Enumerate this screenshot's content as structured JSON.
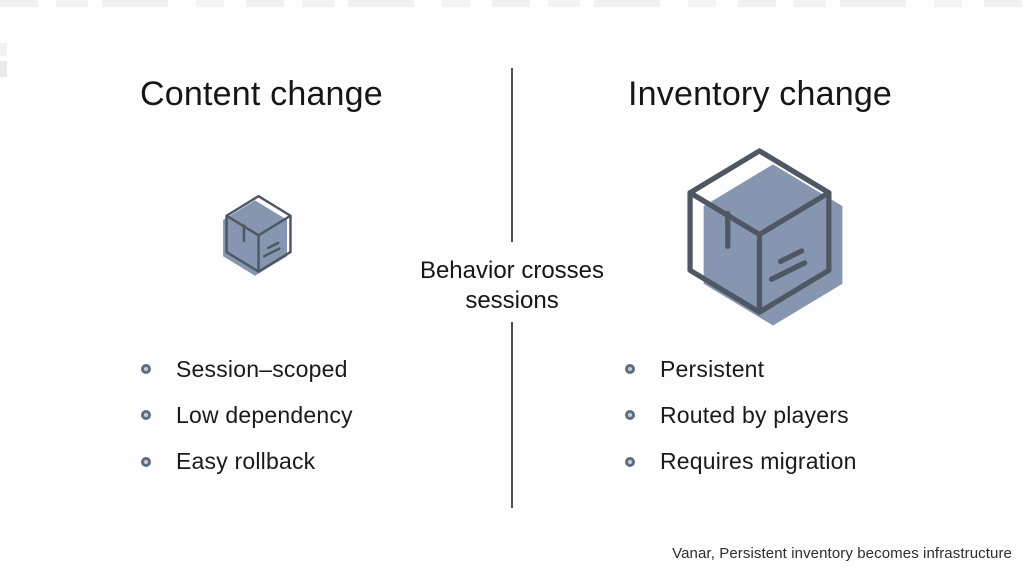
{
  "slide": {
    "left": {
      "title": "Content change",
      "icon": "package-box-icon-small",
      "bullets": [
        "Session–scoped",
        "Low dependency",
        "Easy rollback"
      ]
    },
    "right": {
      "title": "Inventory change",
      "icon": "package-box-icon-large",
      "bullets": [
        "Persistent",
        "Routed by players",
        "Requires migration"
      ]
    },
    "center": {
      "label": "Behavior crosses sessions"
    },
    "footer": "Vanar, Persistent inventory becomes infrastructure",
    "colors": {
      "box_fill": "#8796b0",
      "box_outline": "#4e5763",
      "divider": "#4f4f4f",
      "text": "#161616",
      "bullet_ring": "#5e6d80"
    }
  }
}
